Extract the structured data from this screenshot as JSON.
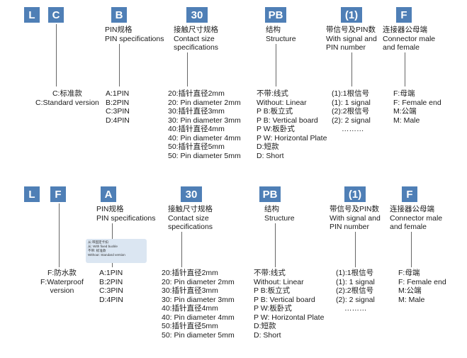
{
  "colors": {
    "code_box": "#4f7fb6",
    "line": "#666666",
    "note_bg": "#dbe6f2"
  },
  "row1": {
    "codes": [
      "L",
      "C",
      "B",
      "30",
      "PB",
      "(1)",
      "F"
    ],
    "col_pin_heading": [
      "PIN规格",
      "PIN specifications"
    ],
    "col_contact_heading": [
      "接触尺寸规格",
      "Contact size",
      "specifications"
    ],
    "col_structure_heading": [
      "结构",
      "Structure"
    ],
    "col_signal_heading": [
      "带信号及PIN数",
      "With signal and",
      "PIN number"
    ],
    "col_connector_heading": [
      "连接器公母端",
      "Connector male",
      "and female"
    ],
    "version_options": [
      "C:标准款",
      "C:Standard version"
    ],
    "pin_options": [
      "A:1PIN",
      "B:2PIN",
      "C:3PIN",
      "D:4PIN"
    ],
    "contact_options": [
      "20:插针直径2mm",
      "20: Pin diameter 2mm",
      "30:插针直径3mm",
      "30: Pin diameter 3mm",
      "40:插针直径4mm",
      "40: Pin diameter 4mm",
      "50:插针直径5mm",
      "50: Pin diameter 5mm"
    ],
    "structure_options": [
      "不带:线式",
      "Without: Linear",
      "P B:板立式",
      "P B: Vertical board",
      "P W:板卧式",
      "P W: Horizontal Plate",
      "D:短款",
      "D: Short"
    ],
    "signal_options": [
      "(1):1根信号",
      "(1): 1 signal",
      "(2):2根信号",
      "(2): 2 signal",
      "………"
    ],
    "connector_options": [
      "F:母端",
      "F: Female end",
      "M:公端",
      "M: Male"
    ]
  },
  "row2": {
    "codes": [
      "L",
      "F",
      "A",
      "30",
      "PB",
      "(1)",
      "F"
    ],
    "col_pin_heading": [
      "PIN规格",
      "PIN specifications"
    ],
    "col_contact_heading": [
      "接触尺寸规格",
      "Contact size",
      "specifications"
    ],
    "col_structure_heading": [
      "结构",
      "Structure"
    ],
    "col_signal_heading": [
      "带信号及PIN数",
      "With signal and",
      "PIN number"
    ],
    "col_connector_heading": [
      "连接器公母端",
      "Connector male",
      "and female"
    ],
    "version_options": [
      "F:防水款",
      "F:Waterproof",
      "version"
    ],
    "note_lines": [
      "从:带固定卡扣",
      "从:  With fixed buckle",
      "不带:  标准款",
      "Without:  Standard version"
    ],
    "pin_options": [
      "A:1PIN",
      "B:2PIN",
      "C:3PIN",
      "D:4PIN"
    ],
    "contact_options": [
      "20:插针直径2mm",
      "20: Pin diameter 2mm",
      "30:插针直径3mm",
      "30: Pin diameter 3mm",
      "40:插针直径4mm",
      "40: Pin diameter 4mm",
      "50:插针直径5mm",
      "50: Pin diameter 5mm"
    ],
    "structure_options": [
      "不带:线式",
      "Without: Linear",
      "P B:板立式",
      "P B: Vertical board",
      "P W:板卧式",
      "P W: Horizontal Plate",
      "D:短款",
      "D: Short"
    ],
    "signal_options": [
      "(1):1根信号",
      "(1): 1 signal",
      "(2):2根信号",
      "(2): 2 signal",
      "………"
    ],
    "connector_options": [
      "F:母端",
      "F: Female end",
      "M:公端",
      "M: Male"
    ]
  }
}
